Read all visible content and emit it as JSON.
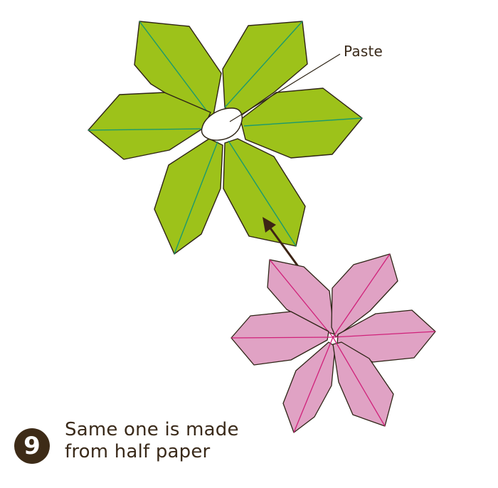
{
  "labels": {
    "paste": "Paste"
  },
  "step": {
    "number": "9",
    "caption_line1": "Same one is made",
    "caption_line2": "from half paper"
  },
  "colors": {
    "green_petal": "#9dc21a",
    "green_crease": "#1a9a6e",
    "pink_petal": "#e0a2c4",
    "pink_crease": "#d0217a",
    "outline": "#2e2416",
    "arrow": "#3d2415",
    "paste_blob": "#ffffff"
  },
  "icons": {
    "arrow": "arrow-up-left-icon",
    "badge": "step-number-badge"
  }
}
